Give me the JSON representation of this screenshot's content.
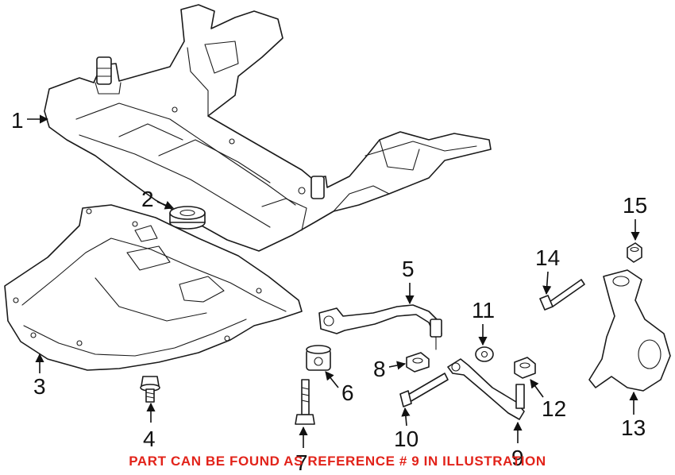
{
  "diagram": {
    "callouts": [
      {
        "id": "1",
        "label": "1"
      },
      {
        "id": "2",
        "label": "2"
      },
      {
        "id": "3",
        "label": "3"
      },
      {
        "id": "4",
        "label": "4"
      },
      {
        "id": "5",
        "label": "5"
      },
      {
        "id": "6",
        "label": "6"
      },
      {
        "id": "7",
        "label": "7"
      },
      {
        "id": "8",
        "label": "8"
      },
      {
        "id": "9",
        "label": "9"
      },
      {
        "id": "10",
        "label": "10"
      },
      {
        "id": "11",
        "label": "11"
      },
      {
        "id": "12",
        "label": "12"
      },
      {
        "id": "13",
        "label": "13"
      },
      {
        "id": "14",
        "label": "14"
      },
      {
        "id": "15",
        "label": "15"
      }
    ]
  },
  "footer": {
    "note": "PART CAN BE FOUND AS REFERENCE # 9 IN ILLUSTRATION",
    "note_color": "#e2231a"
  }
}
